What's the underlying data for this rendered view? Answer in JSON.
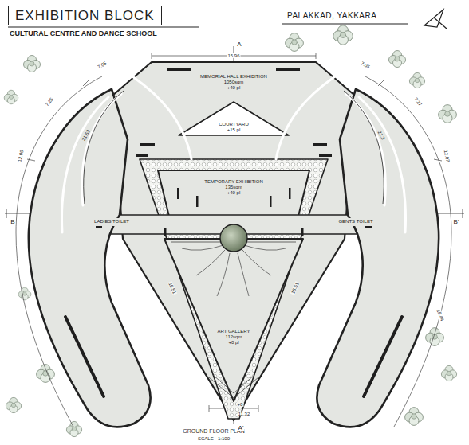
{
  "diagram": {
    "title": "EXHIBITION BLOCK",
    "caption": "GROUND FLOOR PLAN",
    "nodes": [
      {
        "text": [
          "MEMORIAL HALL EXHIBITION",
          "1050sqm",
          "+40 pl"
        ]
      },
      {
        "text": [
          "COURTYARD",
          "+15 pl"
        ]
      },
      {
        "text": [
          "TEMPORARY EXHIBITION",
          "135sqm",
          "+40 pl"
        ]
      },
      {
        "text": [
          "LADIES TOILET"
        ]
      },
      {
        "text": [
          "GENTS TOILET"
        ]
      },
      {
        "text": [
          "ART GALLERY",
          "112sqm",
          "+0 pl"
        ]
      }
    ],
    "labels": [
      "CULTURAL CENTRE AND DANCE SCHOOL",
      "PALAKKAD, YAKKARA",
      "15.96",
      "7.05",
      "7.05",
      "7.25",
      "7.27",
      "21.52",
      "21.3",
      "12.09",
      "12.07",
      "18.51",
      "18.51",
      "18.44",
      "11.32",
      "+0",
      "A",
      "A'",
      "B",
      "B'",
      "SCALE - 1:100"
    ]
  }
}
